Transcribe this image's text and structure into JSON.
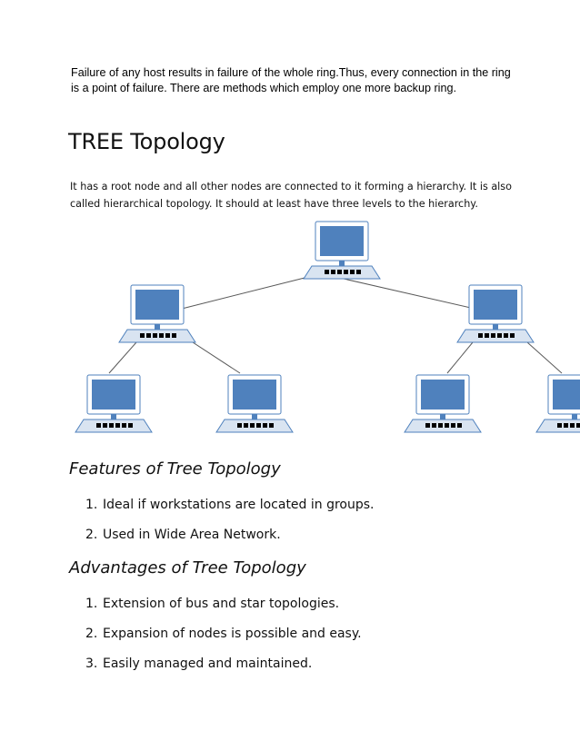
{
  "intro": {
    "line1": "Failure of any host results in failure of the whole ring.Thus, every connection in the ring",
    "line2": "is a point of failure. There are methods which employ one more backup ring."
  },
  "heading": "TREE Topology",
  "lead": {
    "line1": "It has a root node and all other nodes are connected to it forming a hierarchy. It is also",
    "line2": "called hierarchical topology. It should at least have three levels to the hierarchy."
  },
  "colors": {
    "screen": "#4f81bd",
    "monitor_frame": "#ffffff",
    "base": "#d9e4f1",
    "port": "#000000",
    "link": "#595959"
  },
  "diagram": {
    "icon": "computer-icon",
    "levels": {
      "root": [
        "computer"
      ],
      "level2": [
        "computer",
        "computer"
      ],
      "level3": [
        "computer",
        "computer",
        "computer",
        "computer"
      ]
    }
  },
  "features": {
    "title": "Features of Tree Topology",
    "items": [
      {
        "num": "1.",
        "text": "Ideal if workstations are located in groups."
      },
      {
        "num": "2.",
        "text": "Used in Wide Area Network."
      }
    ]
  },
  "advantages": {
    "title": "Advantages of Tree Topology",
    "items": [
      {
        "num": "1.",
        "text": "Extension of bus and star topologies."
      },
      {
        "num": "2.",
        "text": "Expansion of nodes is possible and easy."
      },
      {
        "num": "3.",
        "text": "Easily managed and maintained."
      }
    ]
  }
}
